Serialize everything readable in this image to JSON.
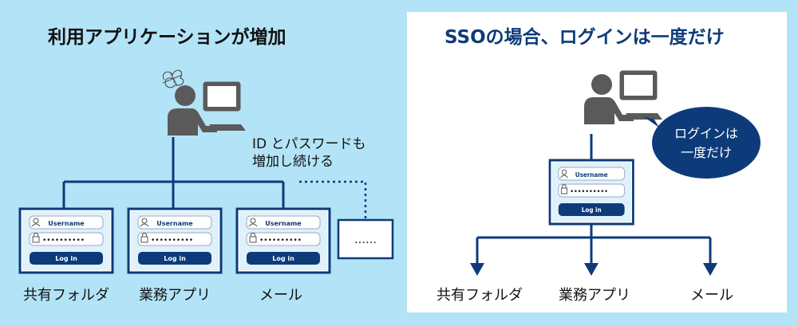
{
  "left": {
    "title": "利用アプリケーションが増加",
    "note_line1": "ID とパスワードも",
    "note_line2": "増加し続ける",
    "ellipsis": "……",
    "apps": [
      "共有フォルダ",
      "業務アプリ",
      "メール"
    ]
  },
  "right": {
    "title": "SSOの場合、ログインは一度だけ",
    "bubble_line1": "ログインは",
    "bubble_line2": "一度だけ",
    "apps": [
      "共有フォルダ",
      "業務アプリ",
      "メール"
    ]
  },
  "login_form": {
    "username_placeholder": "Username",
    "password_mask": "••••••••••",
    "button_label": "Log in"
  },
  "colors": {
    "left_bg": "#b3e3f7",
    "right_panel": "#ffffff",
    "navy": "#0d3b7a",
    "person": "#5a5a5a",
    "title_blue": "#0d3b7a"
  }
}
